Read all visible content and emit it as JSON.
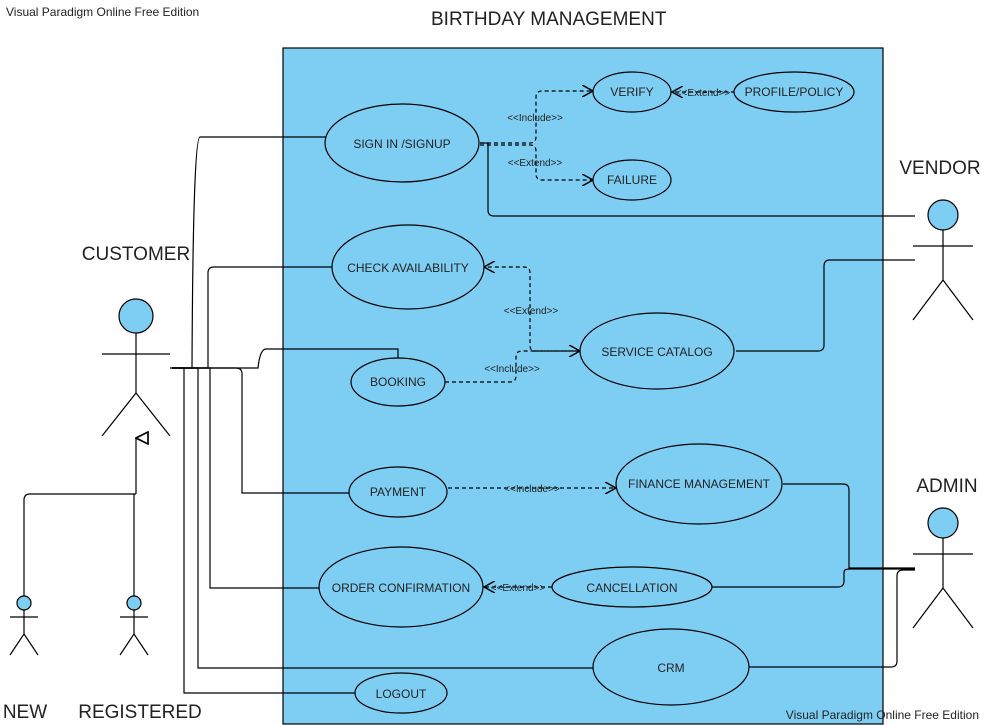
{
  "watermark_top": "Visual Paradigm Online Free Edition",
  "watermark_bottom": "Visual Paradigm Online Free Edition",
  "system_title": "BIRTHDAY MANAGEMENT",
  "colors": {
    "boundary": "#7ecef4",
    "stroke": "#000000"
  },
  "actors": {
    "customer": "CUSTOMER",
    "vendor": "VENDOR",
    "admin": "ADMIN",
    "new": "NEW",
    "registered": "REGISTERED"
  },
  "use_cases": {
    "signin": "SIGN IN /SIGNUP",
    "verify": "VERIFY",
    "profile": "PROFILE/POLICY",
    "failure": "FAILURE",
    "check": "CHECK AVAILABILITY",
    "booking": "BOOKING",
    "service": "SERVICE CATALOG",
    "payment": "PAYMENT",
    "finance": "FINANCE MANAGEMENT",
    "order": "ORDER CONFIRMATION",
    "cancel": "CANCELLATION",
    "crm": "CRM",
    "logout": "LOGOUT"
  },
  "relations": {
    "include_verify": "<<Include>>",
    "extend_failure": "<<Extend>>",
    "extend_profile": "<<Extend>>",
    "extend_check": "<<Extend>>",
    "include_service": "<<Include>>",
    "include_finance": "<<Include>>",
    "extend_order": "<<Extend>>"
  }
}
